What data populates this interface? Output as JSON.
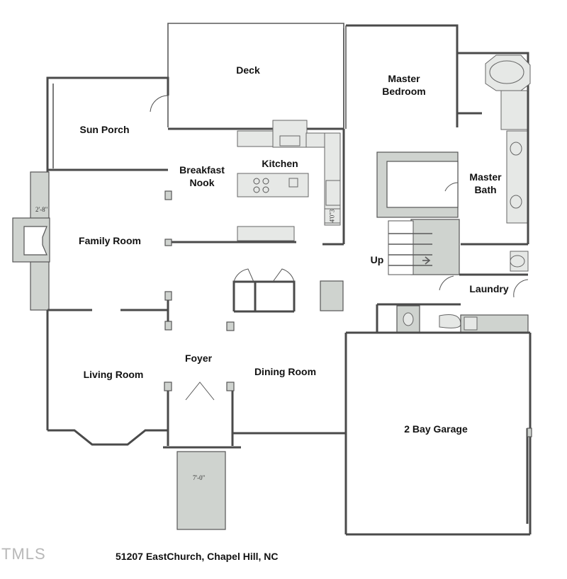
{
  "rooms": {
    "deck": "Deck",
    "master_bedroom": "Master\nBedroom",
    "sun_porch": "Sun Porch",
    "breakfast_nook": "Breakfast\nNook",
    "kitchen": "Kitchen",
    "master_bath": "Master\nBath",
    "family_room": "Family Room",
    "up": "Up",
    "laundry": "Laundry",
    "foyer": "Foyer",
    "living_room": "Living Room",
    "dining_room": "Dining Room",
    "garage": "2 Bay Garage"
  },
  "dimensions": {
    "fireplace": "2'-8\"",
    "counter": "4'0\"3",
    "stoop": "7'-0\""
  },
  "caption": "51207 EastChurch, Chapel Hill, NC",
  "watermark": "TMLS"
}
